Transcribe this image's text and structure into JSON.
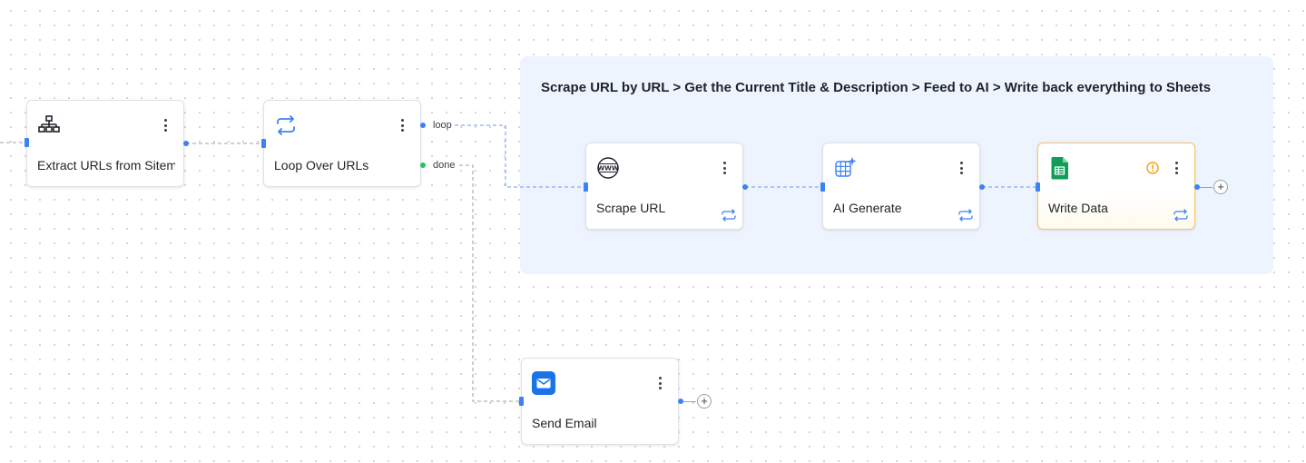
{
  "canvas": {
    "group": {
      "title": "Scrape URL by URL > Get the Current Title & Description > Feed to AI > Write back everything to Sheets"
    },
    "nodes": {
      "extract_urls": {
        "label": "Extract URLs from Sitemap",
        "icon": "sitemap-icon"
      },
      "loop_over_urls": {
        "label": "Loop Over URLs",
        "icon": "loop-icon",
        "ports": {
          "loop": "loop",
          "done": "done"
        }
      },
      "scrape_url": {
        "label": "Scrape URL",
        "icon": "www-globe-icon",
        "badge": "loop-badge-icon"
      },
      "ai_generate": {
        "label": "AI Generate",
        "icon": "ai-grid-sparkle-icon",
        "badge": "loop-badge-icon"
      },
      "write_data": {
        "label": "Write Data",
        "icon": "google-sheets-icon",
        "badge": "loop-badge-icon",
        "status": "warning-icon"
      },
      "send_email": {
        "label": "Send Email",
        "icon": "mail-icon"
      }
    },
    "add_button_symbol": "+",
    "colors": {
      "accent": "#3b82f6",
      "done_port": "#22c55e",
      "group_background": "#eef4fe",
      "warning": "#f59e0b",
      "sheets_green": "#0f9d58",
      "mail_blue": "#1a73e8"
    }
  }
}
